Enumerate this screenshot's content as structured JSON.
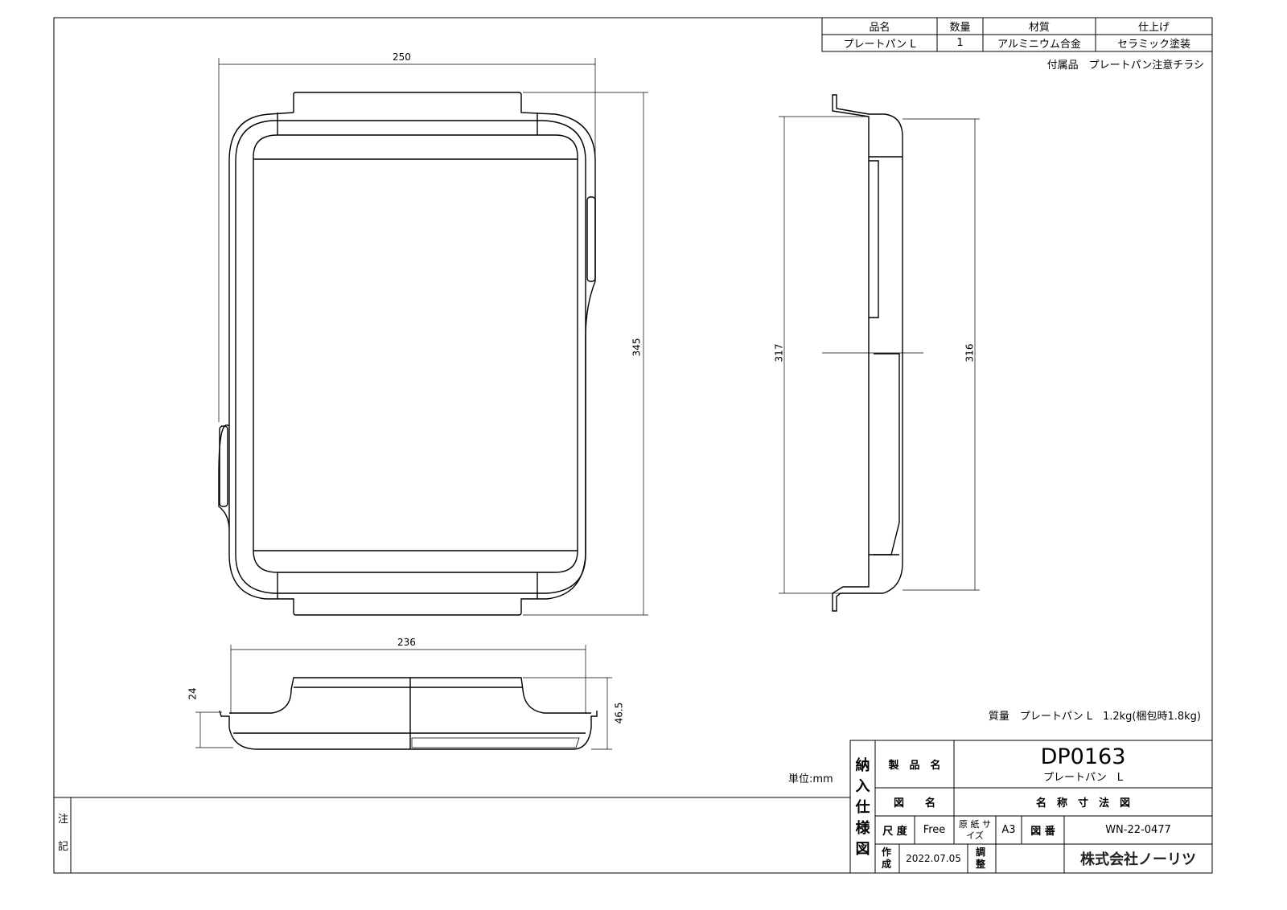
{
  "parts_table": {
    "headers": [
      "品名",
      "数量",
      "材質",
      "仕上げ"
    ],
    "row": [
      "プレートパン L",
      "1",
      "アルミニウム合金",
      "セラミック塗装"
    ],
    "accessory": "付属品　プレートパン注意チラシ"
  },
  "dimensions": {
    "top_width": "250",
    "top_length": "345",
    "front_width": "236",
    "front_height_inner": "24",
    "front_height_total": "46.5",
    "side_length_left": "317",
    "side_length_right": "316"
  },
  "mass_note": "質量　プレートパン L　1.2kg(梱包時1.8kg)",
  "unit_label": "単位:mm",
  "notes_label": [
    "注",
    "記"
  ],
  "title_block": {
    "doc_type": [
      "納",
      "入",
      "仕",
      "様",
      "図"
    ],
    "product_name_label": "製　品　名",
    "product_code": "DP0163",
    "product_name": "プレートパン　L",
    "drawing_name_label": "図　　名",
    "drawing_name": "名　称　寸　法　図",
    "scale_label": "尺 度",
    "scale": "Free",
    "paper_size_label": "原 紙 サイズ",
    "paper_size": "A3",
    "drawing_no_label": "図 番",
    "drawing_no": "WN-22-0477",
    "created_label": "作 成",
    "created_date": "2022.07.05",
    "checked_label": "調 整",
    "company": "株式会社ノーリツ"
  }
}
